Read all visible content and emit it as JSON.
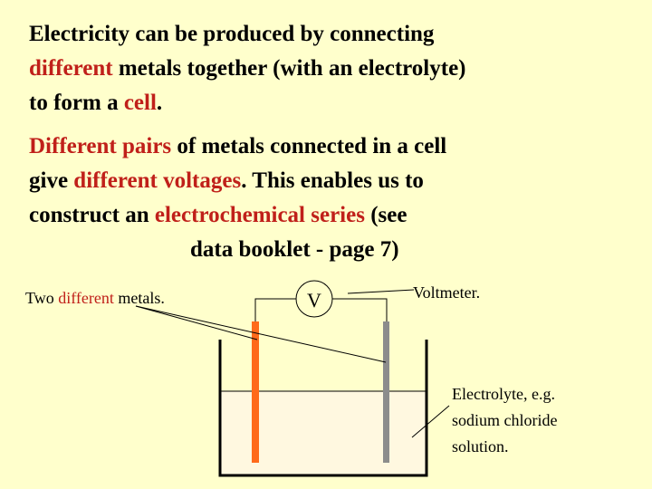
{
  "paragraph1": {
    "line1": "Electricity can be produced by connecting",
    "line2_red": "different",
    "line2_rest": " metals together (with an electrolyte)",
    "line3_pre": "to form a ",
    "line3_red": "cell",
    "line3_post": "."
  },
  "paragraph2": {
    "line1_a": "Different pairs",
    "line1_b": " of metals connected in a cell",
    "line2_a": "give ",
    "line2_b": "different voltages",
    "line2_c": ". This enables us to",
    "line3_a": "construct an ",
    "line3_b": "electrochemical series",
    "line3_c": " (see",
    "line4": "data booklet - page 7)"
  },
  "diagram": {
    "metals_label_pre": "Two ",
    "metals_label_red": "different",
    "metals_label_post": " metals.",
    "voltmeter_symbol": "V",
    "voltmeter_label": "Voltmeter.",
    "electrolyte_line1": "Electrolyte, e.g.",
    "electrolyte_line2": "sodium chloride",
    "electrolyte_line3": "solution."
  },
  "colors": {
    "background": "#ffffcc",
    "highlight": "#c0201a",
    "metal_left": "#ff6a1a",
    "metal_right": "#8c8c8c",
    "electrolyte": "#fff8e0"
  }
}
